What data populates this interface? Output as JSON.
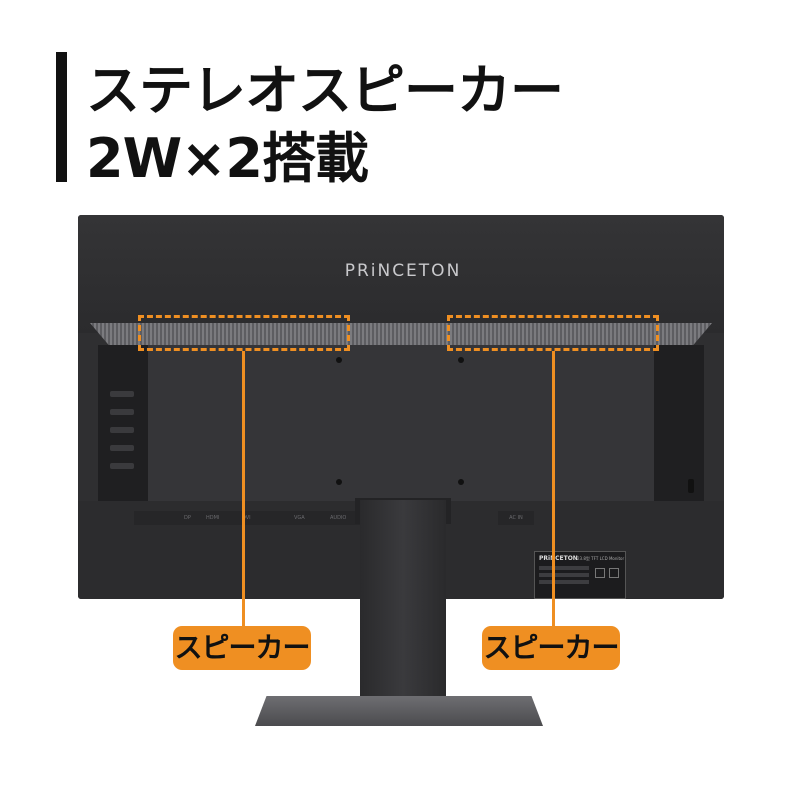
{
  "headline": {
    "line1": "ステレオスピーカー",
    "line2": "2W×2搭載"
  },
  "product": {
    "brand": "PRiNCETON",
    "label_brand": "PRiNCETON",
    "label_model": "23.8型 TFT LCD Monitor"
  },
  "ports": [
    "DP",
    "HDMI",
    "DVI",
    "VGA",
    "AUDIO"
  ],
  "port_right": "AC IN",
  "callouts": {
    "left_label": "スピーカー",
    "right_label": "スピーカー"
  },
  "colors": {
    "accent": "#ef8f22",
    "monitor_body": "#2f2f31",
    "title_text": "#111111"
  }
}
